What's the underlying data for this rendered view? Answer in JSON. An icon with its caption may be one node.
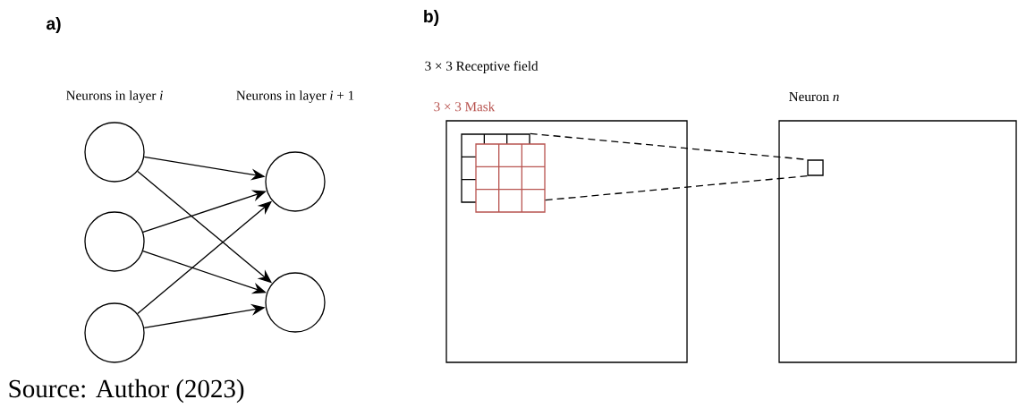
{
  "diagram": {
    "caption": "Source: Author (2023)",
    "nodes": [
      {
        "text": [],
        "shape": "circle"
      },
      {
        "text": [],
        "shape": "circle"
      },
      {
        "text": [],
        "shape": "circle"
      },
      {
        "text": [],
        "shape": "circle"
      },
      {
        "text": [],
        "shape": "circle"
      },
      {
        "text": [],
        "shape": "box"
      },
      {
        "text": [],
        "shape": "box",
        "in": 5
      },
      {
        "text": [],
        "shape": "box",
        "in": 5
      },
      {
        "text": [],
        "shape": "box"
      },
      {
        "text": [],
        "shape": "box",
        "in": 8
      }
    ],
    "edges": [
      {
        "from": 0,
        "to": 3,
        "arrow": "to"
      },
      {
        "from": 0,
        "to": 4,
        "arrow": "to"
      },
      {
        "from": 1,
        "to": 3,
        "arrow": "to"
      },
      {
        "from": 1,
        "to": 4,
        "arrow": "to"
      },
      {
        "from": 2,
        "to": 3,
        "arrow": "to"
      },
      {
        "from": 2,
        "to": 4,
        "arrow": "to"
      },
      {
        "from": 6,
        "to": 9,
        "arrow": "none",
        "style": "dashed"
      },
      {
        "from": 7,
        "to": 9,
        "arrow": "none",
        "style": "dashed"
      }
    ],
    "labels": [
      "a)",
      "b)",
      "Neurons in layer *i*",
      "Neurons in layer *i* + 1",
      "3 × 3 Receptive field",
      "3 × 3 Mask",
      "Neuron *n*"
    ]
  }
}
